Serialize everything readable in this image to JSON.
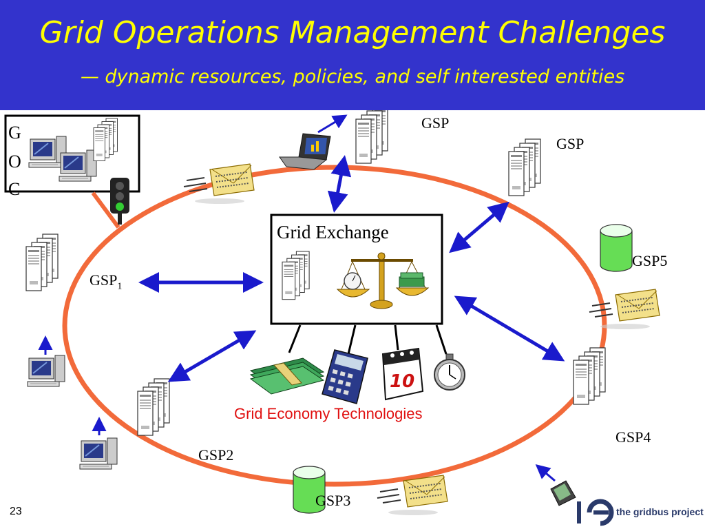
{
  "slide": {
    "title": "Grid Operations Management Challenges",
    "subtitle": "— dynamic resources, policies, and self interested entities",
    "page_number": "23"
  },
  "goc": {
    "letters": [
      "G",
      "O",
      "C"
    ]
  },
  "exchange": {
    "title": "Grid Exchange"
  },
  "economy": {
    "label": "Grid Economy Technologies",
    "icons": [
      "money-icon",
      "calculator-icon",
      "calendar-icon",
      "stopwatch-icon"
    ],
    "calendar_day": "10"
  },
  "nodes": {
    "gsp_top": "GSP",
    "gsp_top_right": "GSP",
    "gsp1": {
      "text": "GSP",
      "sub": "1"
    },
    "gsp2": "GSP2",
    "gsp3": "GSP3",
    "gsp4": "GSP4",
    "gsp5": "GSP5"
  },
  "colors": {
    "header": "#3333cc",
    "title": "#ffff00",
    "ring": "#f26a3a",
    "arrow": "#1a1acc",
    "economy_label": "#e01010"
  },
  "brand": {
    "name": "the gridbus project"
  }
}
